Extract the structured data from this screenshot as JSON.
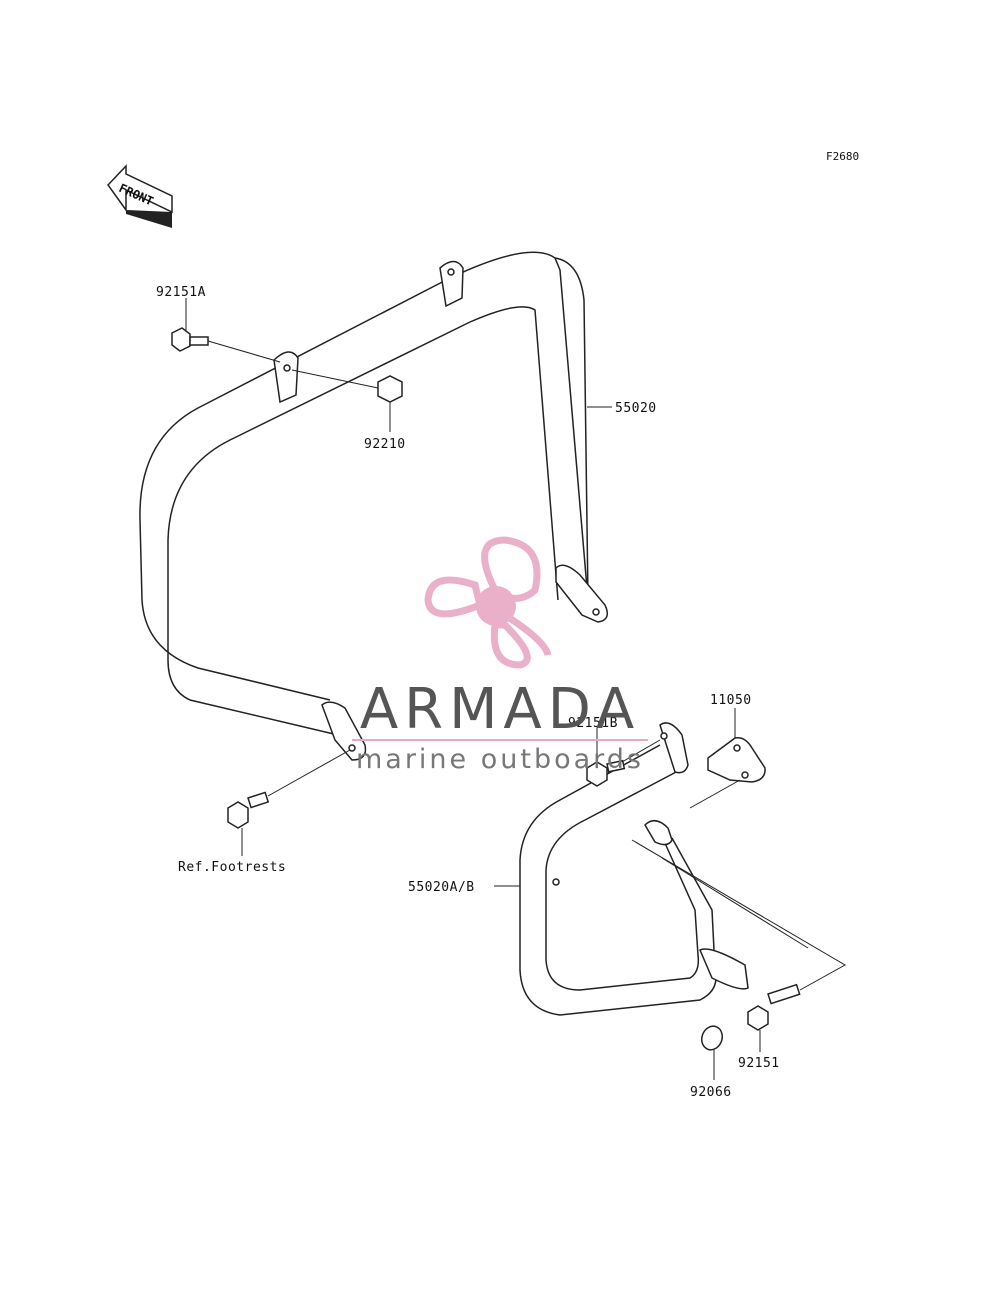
{
  "figure_code": "F2680",
  "front_label": "FRONT",
  "watermark": {
    "title": "ARMADA",
    "subtitle": "marine outboards",
    "color": "#e8a7c4"
  },
  "callouts": [
    "92151A",
    "92210",
    "55020",
    "11050",
    "92151B",
    "Ref.Footrests",
    "55020A/B",
    "92151",
    "92066"
  ]
}
